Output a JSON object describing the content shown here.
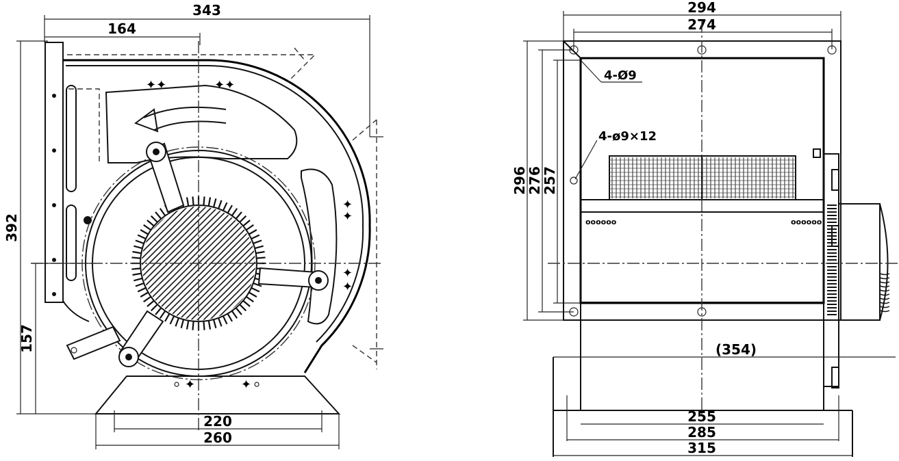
{
  "front_view": {
    "dims": {
      "overall_width": "343",
      "inlet_offset": "164",
      "overall_height": "392",
      "center_height": "157",
      "base_hole_span": "220",
      "base_width": "260"
    }
  },
  "side_view": {
    "dims": {
      "flange_outer_width": "294",
      "flange_hole_span": "274",
      "height_outer": "296",
      "height_hole_span": "276",
      "height_inner": "257",
      "motor_length": "(354)",
      "base_hole_span": "255",
      "base_inner": "285",
      "base_width": "315"
    },
    "notes": {
      "flange_holes": "4-Ø9",
      "base_slots": "4-ø9×12"
    }
  }
}
